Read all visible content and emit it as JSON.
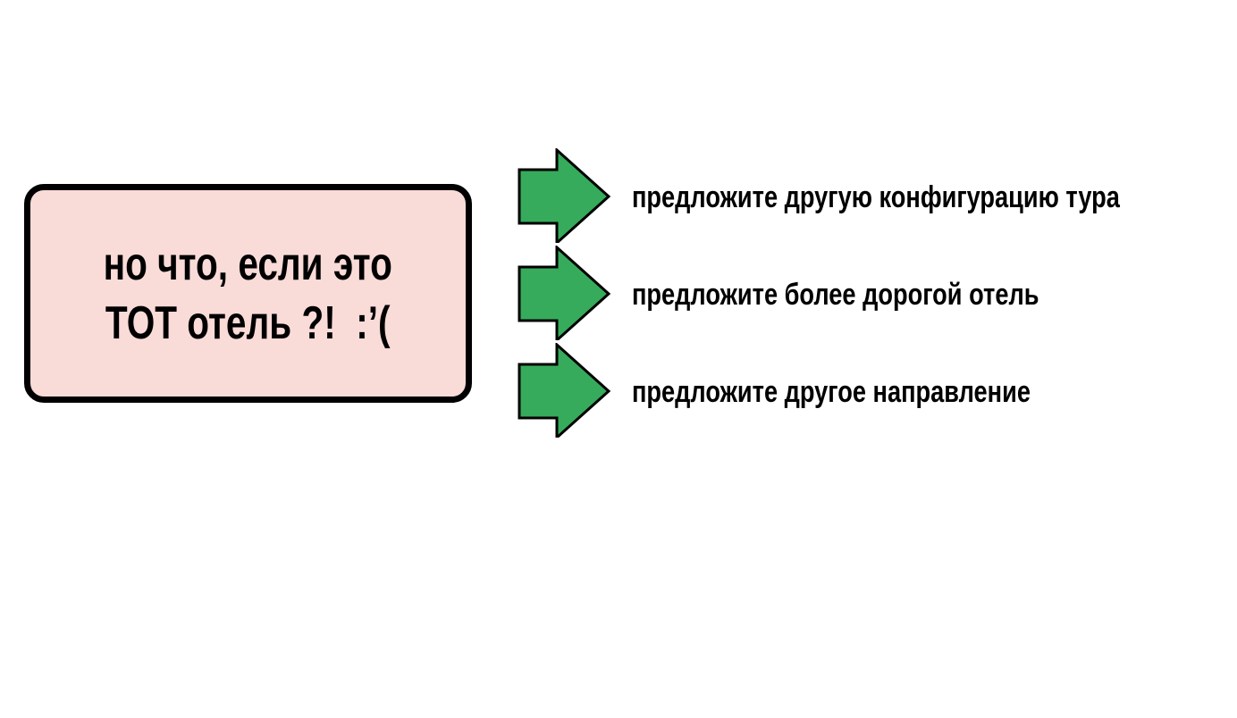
{
  "question": {
    "line1": "но что, если это",
    "line2": "ТОТ отель ?!  :’("
  },
  "options": [
    {
      "label": "предложите другую конфигурацию тура"
    },
    {
      "label": "предложите более дорогой отель"
    },
    {
      "label": "предложите другое направление"
    }
  ],
  "colors": {
    "box_fill": "#f9dbd8",
    "arrow_fill": "#36ab5b"
  }
}
